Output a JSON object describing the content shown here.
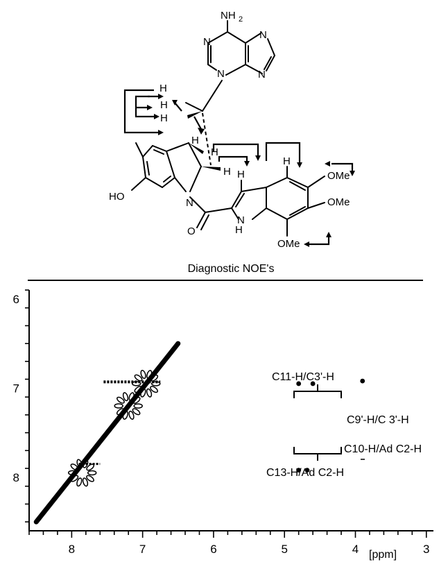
{
  "structure": {
    "atoms": {
      "nh2": "NH",
      "nh2_sub": "2",
      "n1": "N",
      "n3": "N",
      "n7": "N",
      "n9": "N",
      "n_ind": "N",
      "nh": "H",
      "h2": "H",
      "ha": "H",
      "hb": "H",
      "h_c1": "H",
      "h_c2a": "H",
      "h_c2b": "H",
      "h_ar1": "H",
      "h_ar2": "H",
      "h_nh": "H",
      "ho": "HO",
      "o_co": "O",
      "ome1": "OMe",
      "ome2": "OMe",
      "ome3": "OMe"
    },
    "caption": "Diagnostic NOE's"
  },
  "spectrum": {
    "x_unit": "[ppm]",
    "x_ticks": [
      "8",
      "7",
      "6",
      "5",
      "4",
      "3"
    ],
    "y_ticks": [
      "6",
      "7",
      "8"
    ],
    "annotations": {
      "a1": "C11-H/C3'-H",
      "a2": "C9'-H/C 3'-H",
      "a3": "C10-H/Ad C2-H",
      "a4": "C13-H/Ad C2-H"
    }
  },
  "chart_data": {
    "type": "scatter",
    "title": "",
    "xlabel": "[ppm]",
    "ylabel": "",
    "xlim": [
      8.6,
      2.9
    ],
    "ylim": [
      8.6,
      5.9
    ],
    "x_ticks": [
      8,
      7,
      6,
      5,
      4,
      3
    ],
    "y_ticks": [
      6,
      7,
      8
    ],
    "grid": false,
    "diagonal": {
      "from": [
        8.5,
        8.5
      ],
      "to": [
        6.5,
        6.5
      ]
    },
    "cross_peaks": [
      {
        "x": 4.8,
        "y": 6.95
      },
      {
        "x": 4.6,
        "y": 6.95
      },
      {
        "x": 3.9,
        "y": 6.92
      },
      {
        "x": 4.8,
        "y": 7.92
      },
      {
        "x": 4.68,
        "y": 7.92
      }
    ]
  }
}
